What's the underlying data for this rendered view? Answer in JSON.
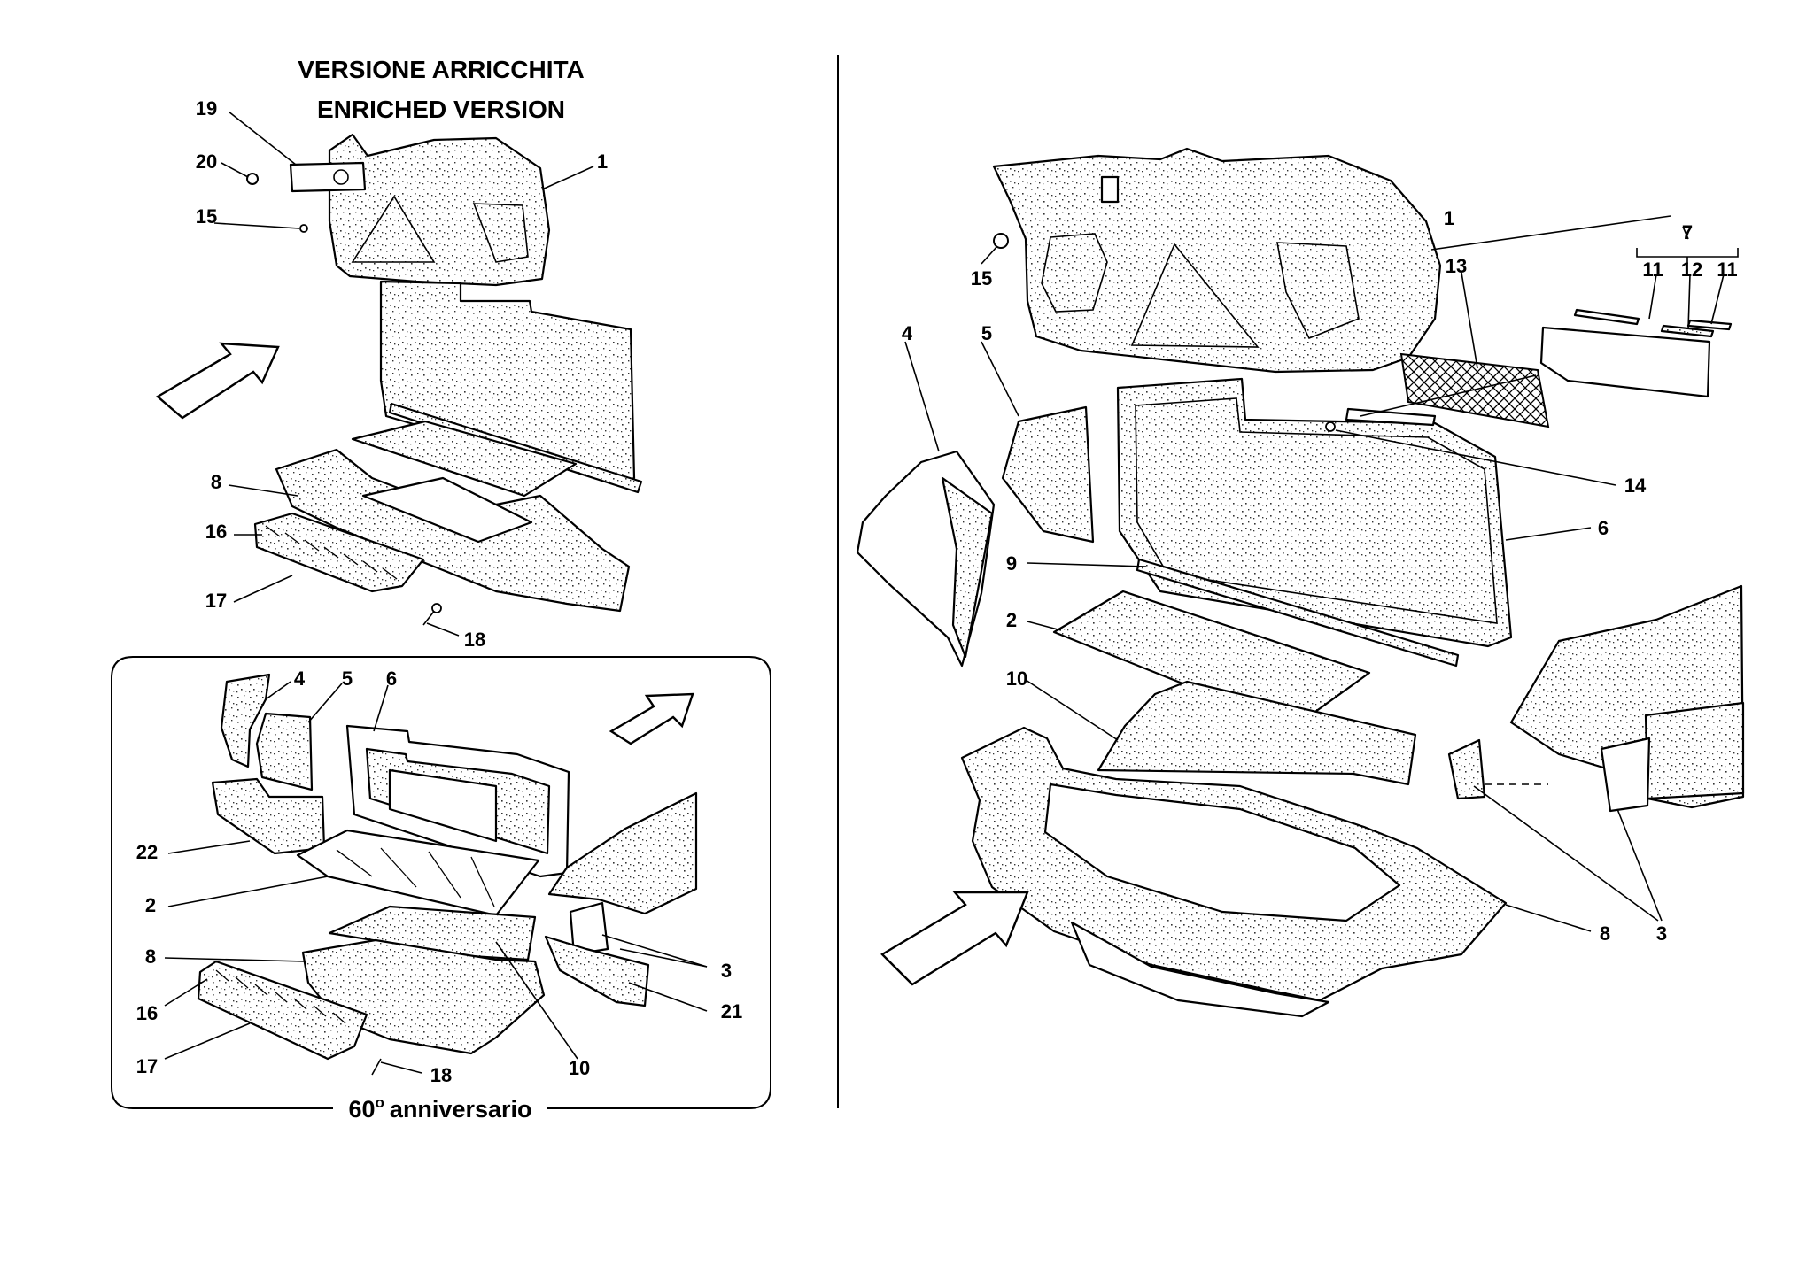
{
  "titles": {
    "line1": "VERSIONE ARRICCHITA",
    "line2": "ENRICHED VERSION",
    "anniversary_number": "60",
    "anniversary_degree": "o",
    "anniversary_word": "anniversario"
  },
  "enriched_labels": {
    "l19": "19",
    "l20": "20",
    "l15": "15",
    "l1": "1",
    "l8": "8",
    "l16": "16",
    "l17": "17",
    "l18": "18"
  },
  "anniversary_labels": {
    "l4": "4",
    "l5": "5",
    "l6": "6",
    "l22": "22",
    "l2": "2",
    "l8": "8",
    "l16": "16",
    "l17": "17",
    "l18": "18",
    "l10": "10",
    "l3": "3",
    "l21": "21"
  },
  "main_labels": {
    "l1": "1",
    "l15": "15",
    "l13": "13",
    "l7": "7",
    "l11a": "11",
    "l12": "12",
    "l11b": "11",
    "l4": "4",
    "l5": "5",
    "l14": "14",
    "l6": "6",
    "l9": "9",
    "l2": "2",
    "l10": "10",
    "l8": "8",
    "l3": "3"
  }
}
